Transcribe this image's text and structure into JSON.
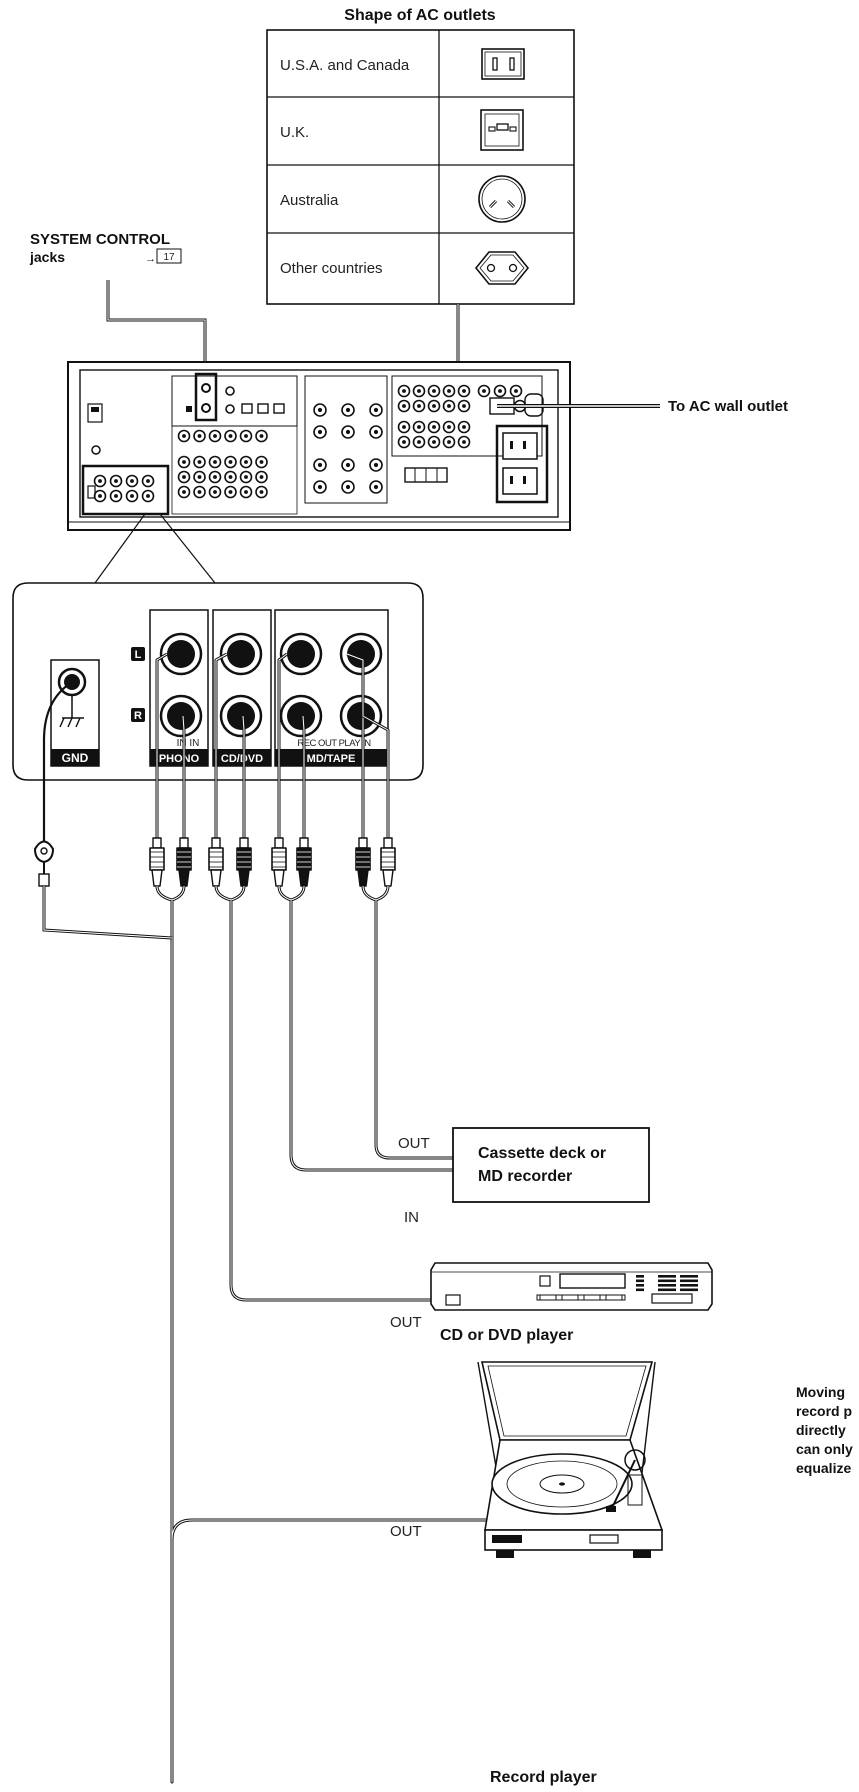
{
  "outlets": {
    "title": "Shape of AC outlets",
    "rows": [
      {
        "label": "U.S.A. and Canada",
        "shape": "two-flat-pin-outlet-icon"
      },
      {
        "label": "U.K.",
        "shape": "three-rect-pin-outlet-icon"
      },
      {
        "label": "Australia",
        "shape": "angled-pin-outlet-icon"
      },
      {
        "label": "Other countries",
        "shape": "round-pin-outlet-icon"
      }
    ]
  },
  "system_control": {
    "title": "SYSTEM CONTROL",
    "sub": "jacks",
    "page_ref": "17"
  },
  "ac_wall_outlet": "To AC wall outlet",
  "panel": {
    "channel_left": "L",
    "channel_right": "R",
    "gnd": "GND",
    "phono_sub": "IN IN",
    "phono": "PHONO",
    "cddvd": "CD/DVD",
    "mdtape_sub": "REC OUT PLAY IN",
    "mdtape": "MD/TAPE"
  },
  "devices": {
    "cassette": {
      "line1": "Cassette deck or",
      "line2": "MD recorder",
      "out": "OUT",
      "in": "IN"
    },
    "cd": {
      "label": "CD or DVD player",
      "out": "OUT"
    },
    "record": {
      "label": "Record player",
      "out": "OUT"
    },
    "note": [
      "Moving",
      "record  p",
      "directly",
      "can only",
      "equalize"
    ]
  },
  "colors": {
    "line": "#111111",
    "label_bar": "#111111"
  }
}
